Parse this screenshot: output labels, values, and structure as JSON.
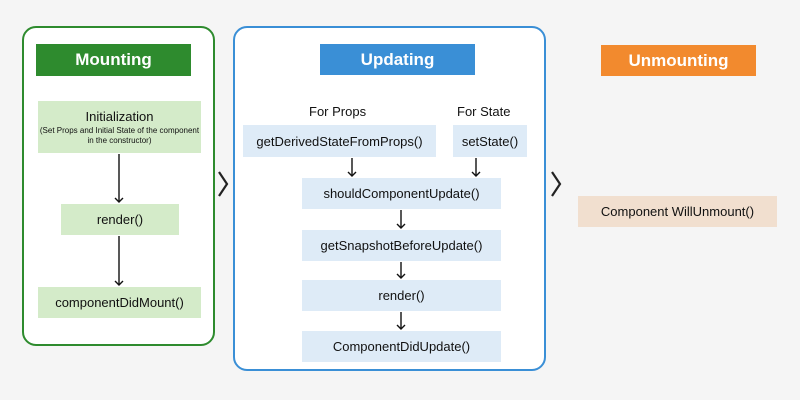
{
  "mounting": {
    "title": "Mounting",
    "initialization": "Initialization",
    "initialization_note": "(Set Props and Initial State of the component in the constructor)",
    "render": "render()",
    "did_mount": "componentDidMount()"
  },
  "updating": {
    "title": "Updating",
    "for_props": "For Props",
    "for_state": "For State",
    "derived_state": "getDerivedStateFromProps()",
    "set_state": "setState()",
    "should_update": "shouldComponentUpdate()",
    "snapshot": "getSnapshotBeforeUpdate()",
    "render": "render()",
    "did_update": "ComponentDidUpdate()"
  },
  "unmounting": {
    "title": "Unmounting",
    "will_unmount": "Component WillUnmount()"
  },
  "colors": {
    "mounting": "#2e8b2e",
    "updating": "#3a8fd6",
    "unmounting": "#f28a2e"
  }
}
